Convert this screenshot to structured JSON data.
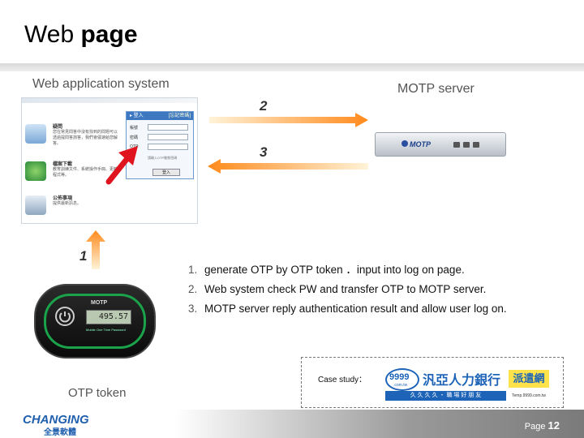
{
  "slide": {
    "title_normal": "Web ",
    "title_bold": "page"
  },
  "labels": {
    "web_app": "Web application system",
    "motp_server": "MOTP server",
    "otp_token": "OTP token"
  },
  "steps": {
    "s1": "1",
    "s2": "2",
    "s3": "3"
  },
  "website": {
    "rows": [
      {
        "heading": "疑問",
        "text": "您在常見問答中沒有找到的問題可以透過提問答詢答，我們會儘速給您解答。"
      },
      {
        "heading": "檔案下載",
        "text": "教育訓練文件、系統操作手冊、更新程式等。"
      },
      {
        "heading": "公佈事項",
        "text": "提供最新訊息。"
      }
    ],
    "login": {
      "header": "▸ 登入",
      "forgot": "[忘記密碼]",
      "field_account": "帳號",
      "field_password": "密碼",
      "field_otp": "OTP:",
      "hint": "請輸入OTP動態密碼",
      "button": "登入"
    },
    "colors": {
      "accent": "#3d78c0",
      "arrow": "#e0141e"
    }
  },
  "server": {
    "logo": "MOTP"
  },
  "token": {
    "brand": "MOTP",
    "display": "495.57",
    "sub": "Mobile One Time Password"
  },
  "list": [
    {
      "n": "1.",
      "text": "generate OTP by OTP token ．input into log on page."
    },
    {
      "n": "2.",
      "text": "Web system check PW and transfer OTP to MOTP server."
    },
    {
      "n": "3.",
      "text": "MOTP server reply authentication result and allow user log on."
    }
  ],
  "case_study": {
    "label": "Case study：",
    "banner_num": "9999",
    "banner_url": ".com.tw",
    "banner_main": "汎亞人力銀行",
    "banner_side": "派遣網",
    "banner_slogan": "久 久 久 久 ・ 職 場 好 朋 友",
    "banner_side_url": "Temp.9999.com.tw"
  },
  "footer": {
    "brand": "CHANGING",
    "brand_cn": "全景軟體",
    "page_label": "Page ",
    "page_number": "12"
  }
}
